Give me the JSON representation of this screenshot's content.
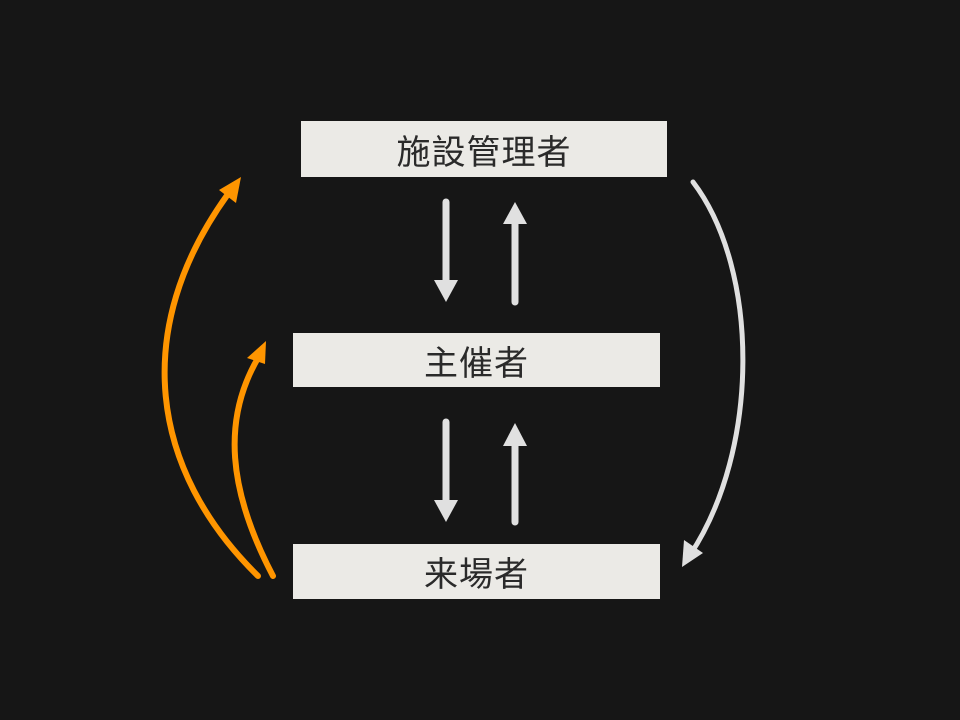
{
  "nodes": {
    "facility_manager": "施設管理者",
    "organizer": "主催者",
    "visitor": "来場者"
  },
  "colors": {
    "background": "#161616",
    "box": "#ebeae6",
    "arrow_light": "#e0e0e0",
    "arrow_orange": "#ff9500"
  }
}
